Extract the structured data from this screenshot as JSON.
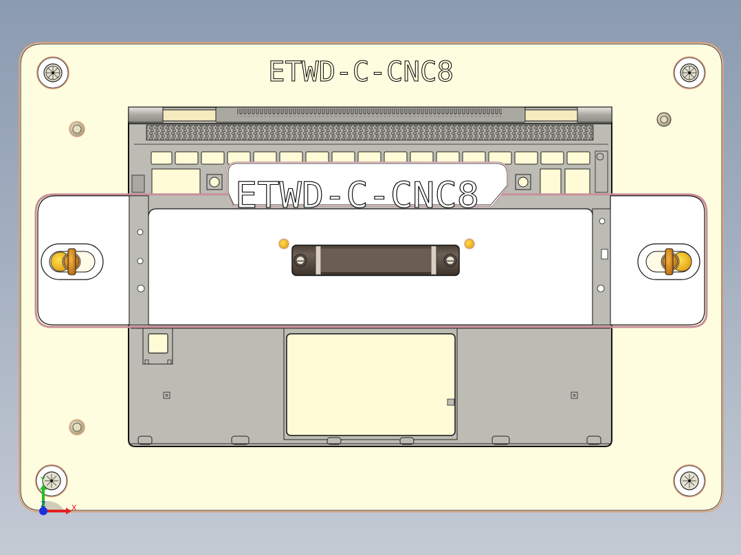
{
  "viewer": {
    "background_top": "#8b9bb0",
    "background_bottom": "#c4cad4"
  },
  "fixture": {
    "engraving_label": "ETWD-C-CNC8",
    "clamp_bar_label": "ETWD-C-CNC8",
    "plate_color": "#fffde0",
    "plate_edge_color": "#d9a27f",
    "part_color": "#bdbcb4",
    "clamp_bar_color": "#ffffff",
    "clamp_bar_edge_color": "#c98f9a",
    "knob_color": "#e8961a",
    "handle_color": "#6b5d51",
    "locating_pin_color": "#e8c95a"
  },
  "components": {
    "corner_screws": [
      "top-left",
      "top-right",
      "bottom-left",
      "bottom-right"
    ],
    "dowel_pins": [
      "left-upper",
      "right-upper",
      "left-lower"
    ],
    "clamp_knobs": [
      "left",
      "right"
    ],
    "handle": "center-handle",
    "trackpad_cutout": "trackpad-opening"
  },
  "axis_triad": {
    "x_label": "X",
    "y_label": "Y",
    "z_label": "Z",
    "x_color": "#e02020",
    "y_color": "#22c022",
    "z_color": "#1a2fe0"
  }
}
